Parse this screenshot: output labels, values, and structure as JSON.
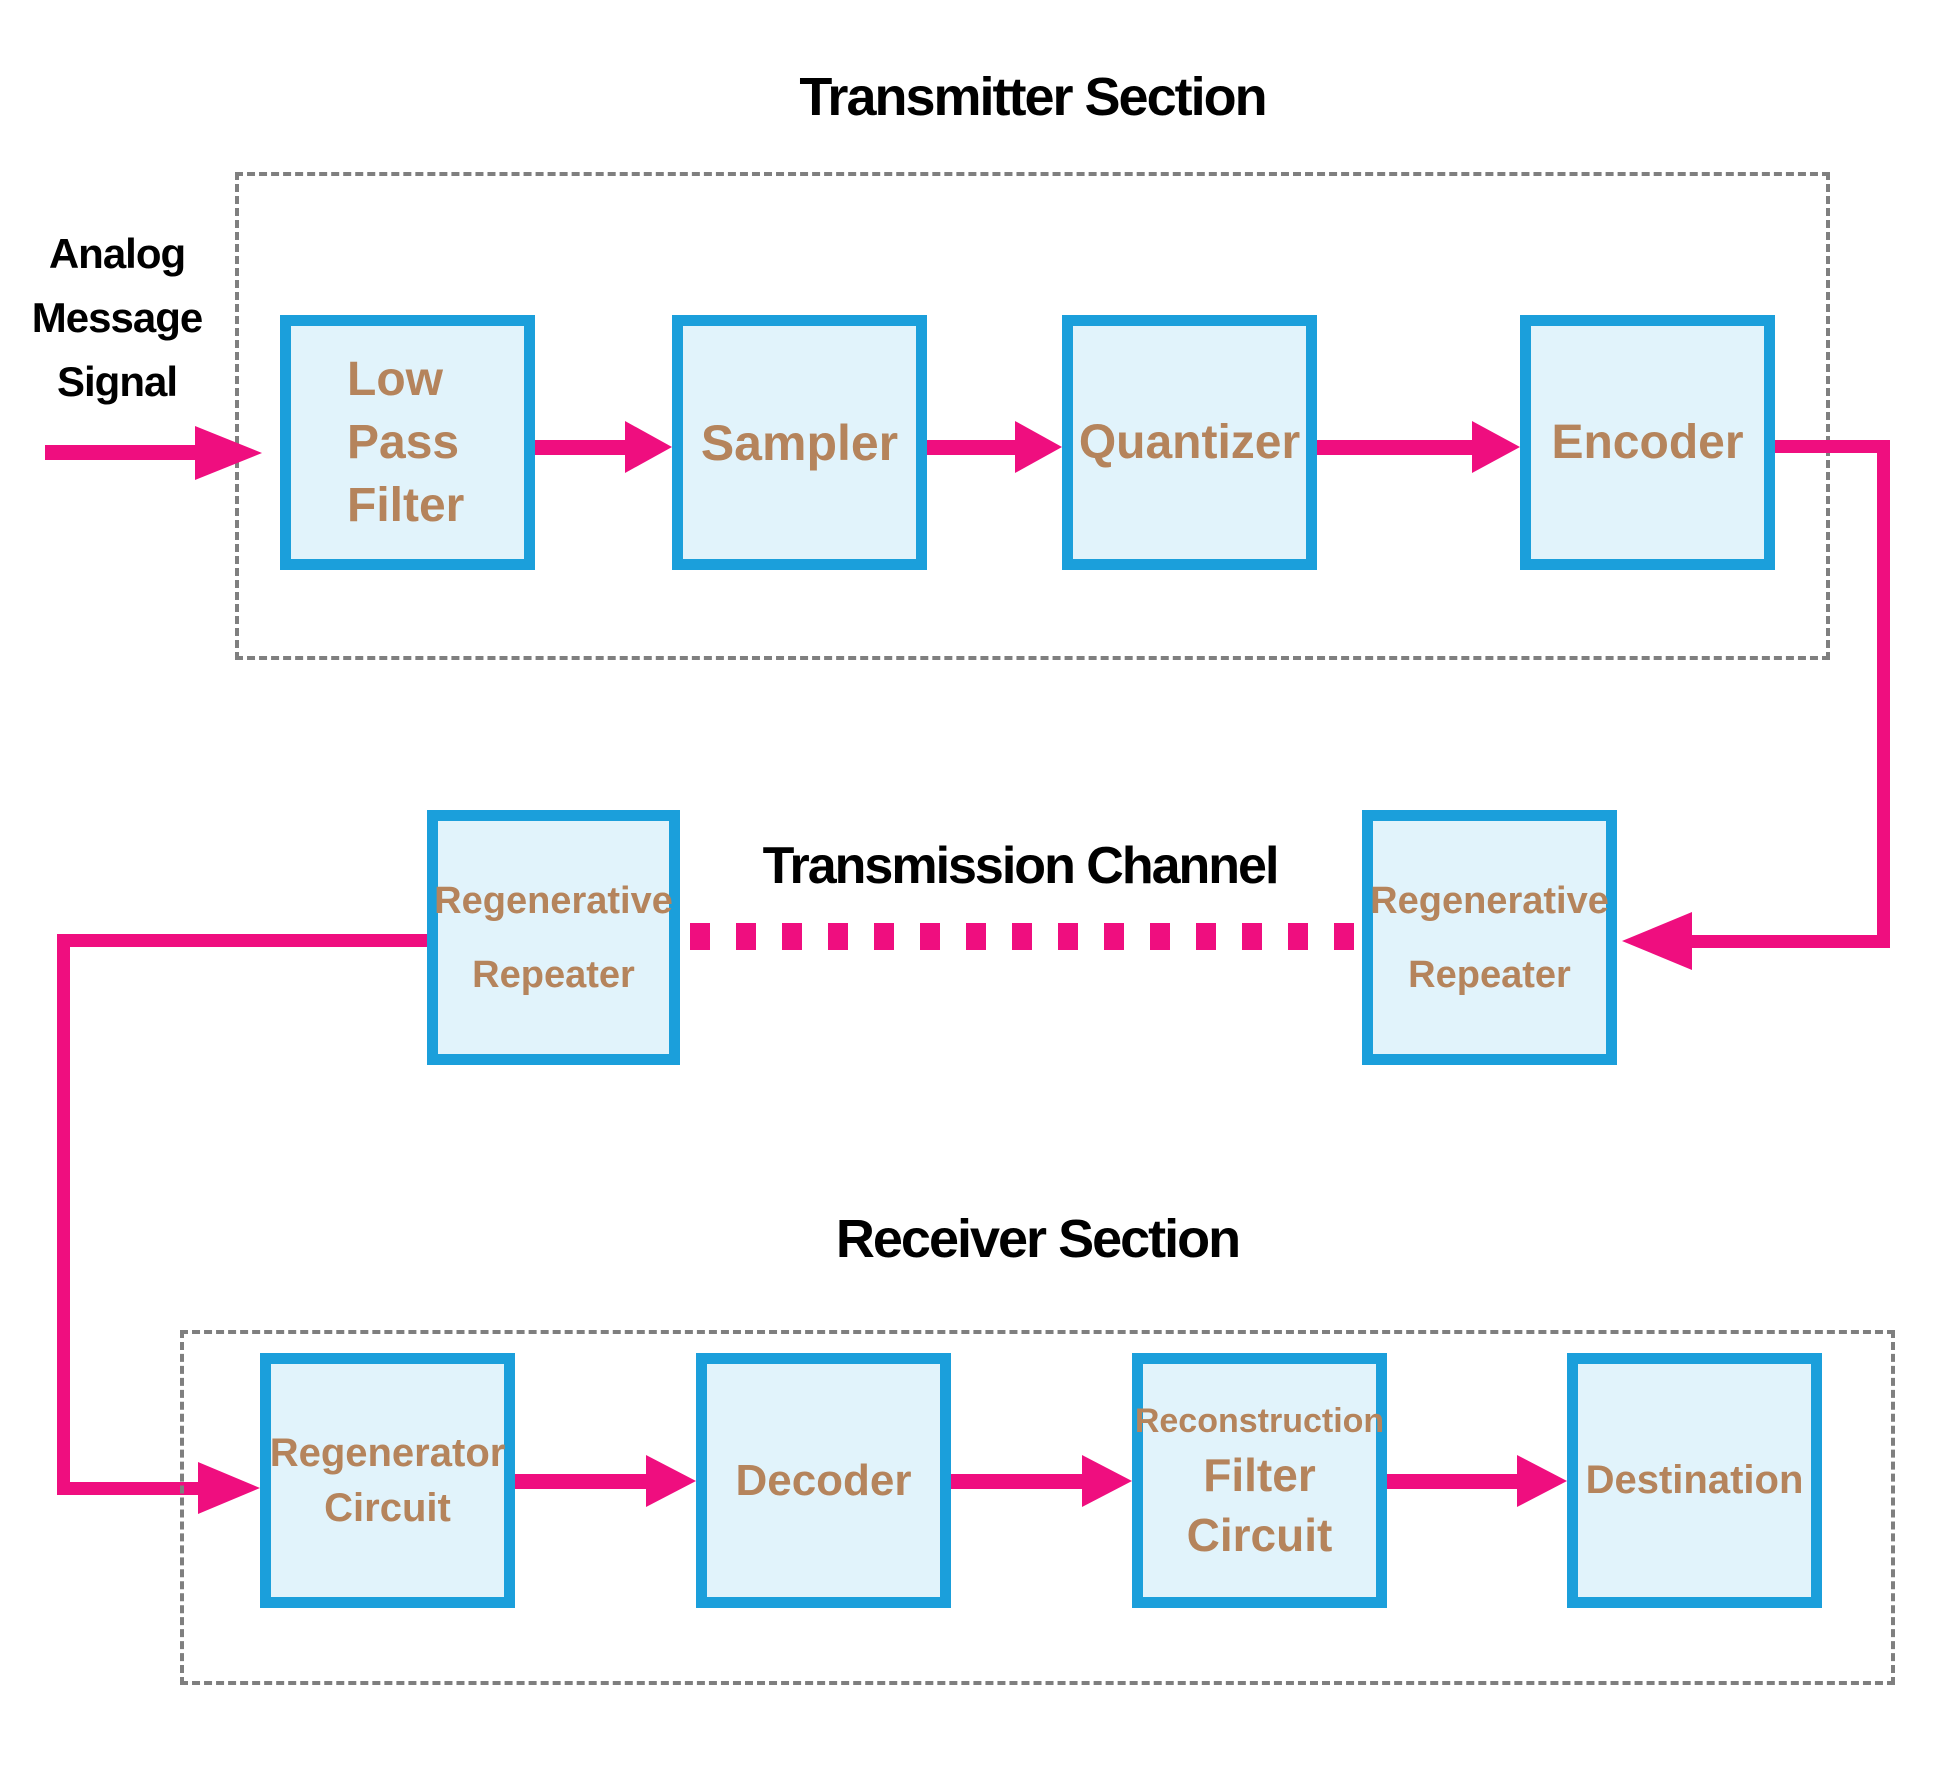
{
  "colors": {
    "arrow_pink": "#ef0e7f",
    "box_border_blue": "#1b9fdb",
    "box_fill_blue": "#e1f3fb",
    "box_text_brown": "#b5845c",
    "dashed_border_gray": "#7f7f7f",
    "title_black": "#000000"
  },
  "input_label": {
    "lines": [
      "Analog",
      "Message",
      "Signal"
    ]
  },
  "transmitter": {
    "title": "Transmitter Section",
    "boxes": [
      {
        "name": "low-pass-filter",
        "lines": [
          "Low",
          "Pass",
          "Filter"
        ]
      },
      {
        "name": "sampler",
        "lines": [
          "Sampler"
        ]
      },
      {
        "name": "quantizer",
        "lines": [
          "Quantizer"
        ]
      },
      {
        "name": "encoder",
        "lines": [
          "Encoder"
        ]
      }
    ]
  },
  "channel": {
    "title": "Transmission Channel",
    "boxes": [
      {
        "name": "regenerative-repeater-left",
        "lines": [
          "Regenerative",
          "Repeater"
        ]
      },
      {
        "name": "regenerative-repeater-right",
        "lines": [
          "Regenerative",
          "Repeater"
        ]
      }
    ]
  },
  "receiver": {
    "title": "Receiver Section",
    "boxes": [
      {
        "name": "regenerator-circuit",
        "lines": [
          "Regenerator",
          "Circuit"
        ]
      },
      {
        "name": "decoder",
        "lines": [
          "Decoder"
        ]
      },
      {
        "name": "reconstruction-filter-circuit",
        "lines": [
          "Reconstruction",
          "Filter",
          "Circuit"
        ]
      },
      {
        "name": "destination",
        "lines": [
          "Destination"
        ]
      }
    ]
  }
}
